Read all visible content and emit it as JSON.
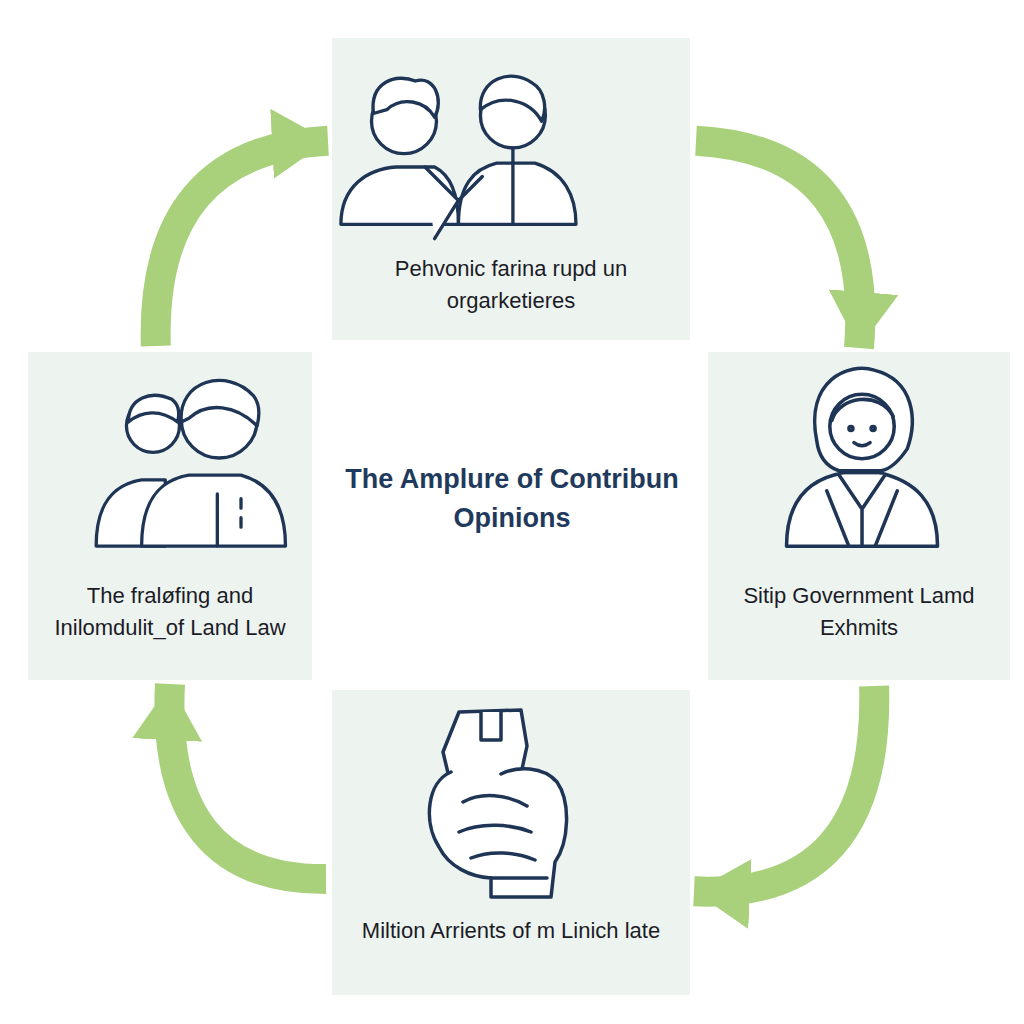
{
  "diagram": {
    "title": "The Amplure of Contribun Opinions",
    "nodes": [
      {
        "text": [
          "Pehvonic farina rupd un orgarketieres"
        ]
      },
      {
        "text": [
          "The fraløfing and Inilomdulit_of Land Law"
        ]
      },
      {
        "text": [
          "Sitip Government Lamd Exhmits"
        ]
      },
      {
        "text": [
          "Miltion Arrients of m Linich late"
        ]
      }
    ],
    "edges": [
      {
        "from": 0,
        "to": 2,
        "arrow": "to"
      },
      {
        "from": 2,
        "to": 3,
        "arrow": "to"
      },
      {
        "from": 3,
        "to": 1,
        "arrow": "to"
      },
      {
        "from": 1,
        "to": 0,
        "arrow": "to"
      }
    ]
  }
}
